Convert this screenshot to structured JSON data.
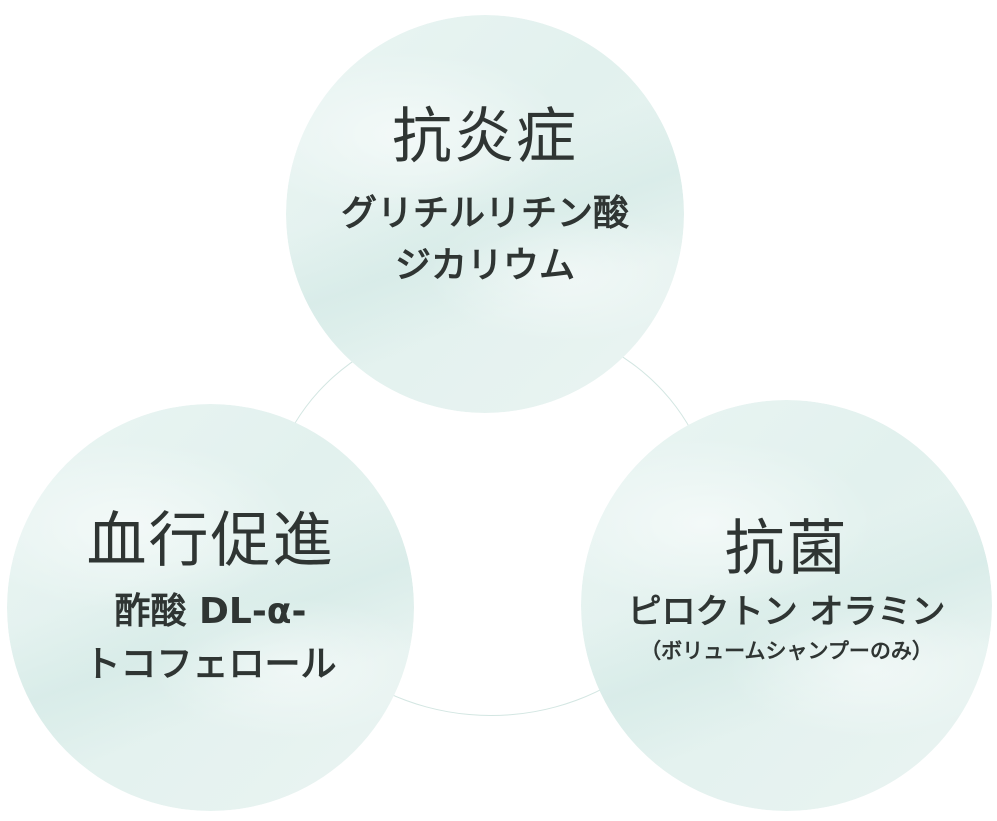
{
  "effects": [
    {
      "heading": "抗炎症",
      "ingredient": "グリチルリチン酸\nジカリウム",
      "note": ""
    },
    {
      "heading": "血行促進",
      "ingredient": "酢酸 DL-α-\nトコフェロール",
      "note": ""
    },
    {
      "heading": "抗菌",
      "ingredient": "ピロクトン オラミン",
      "note": "（ボリュームシャンプーのみ）"
    }
  ],
  "colors": {
    "circle_fill": "#e4f2ef",
    "ring_stroke": "#d3e6e2",
    "text": "#2f3533"
  }
}
